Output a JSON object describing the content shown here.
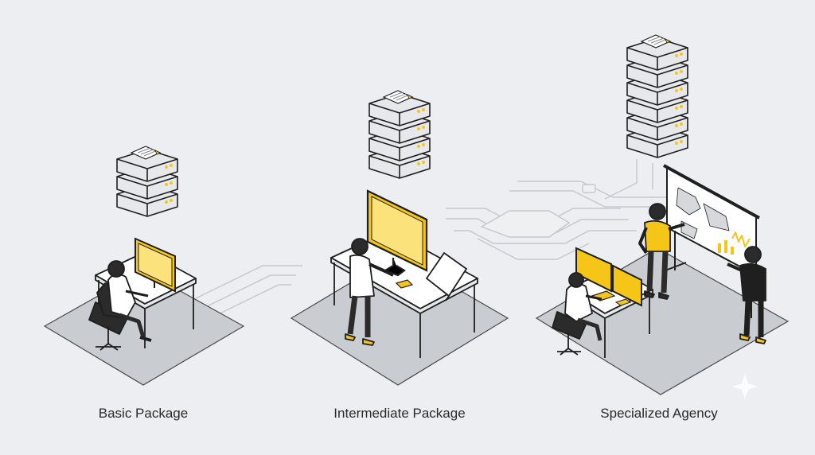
{
  "tiers": [
    {
      "label": "Basic Package"
    },
    {
      "label": "Intermediate Package"
    },
    {
      "label": "Specialized Agency"
    }
  ],
  "colors": {
    "accent": "#f5c518",
    "floor": "#c9ccd1",
    "line": "#1f1f1f",
    "background": "#eceef1",
    "circuit": "#c4c7cc"
  }
}
